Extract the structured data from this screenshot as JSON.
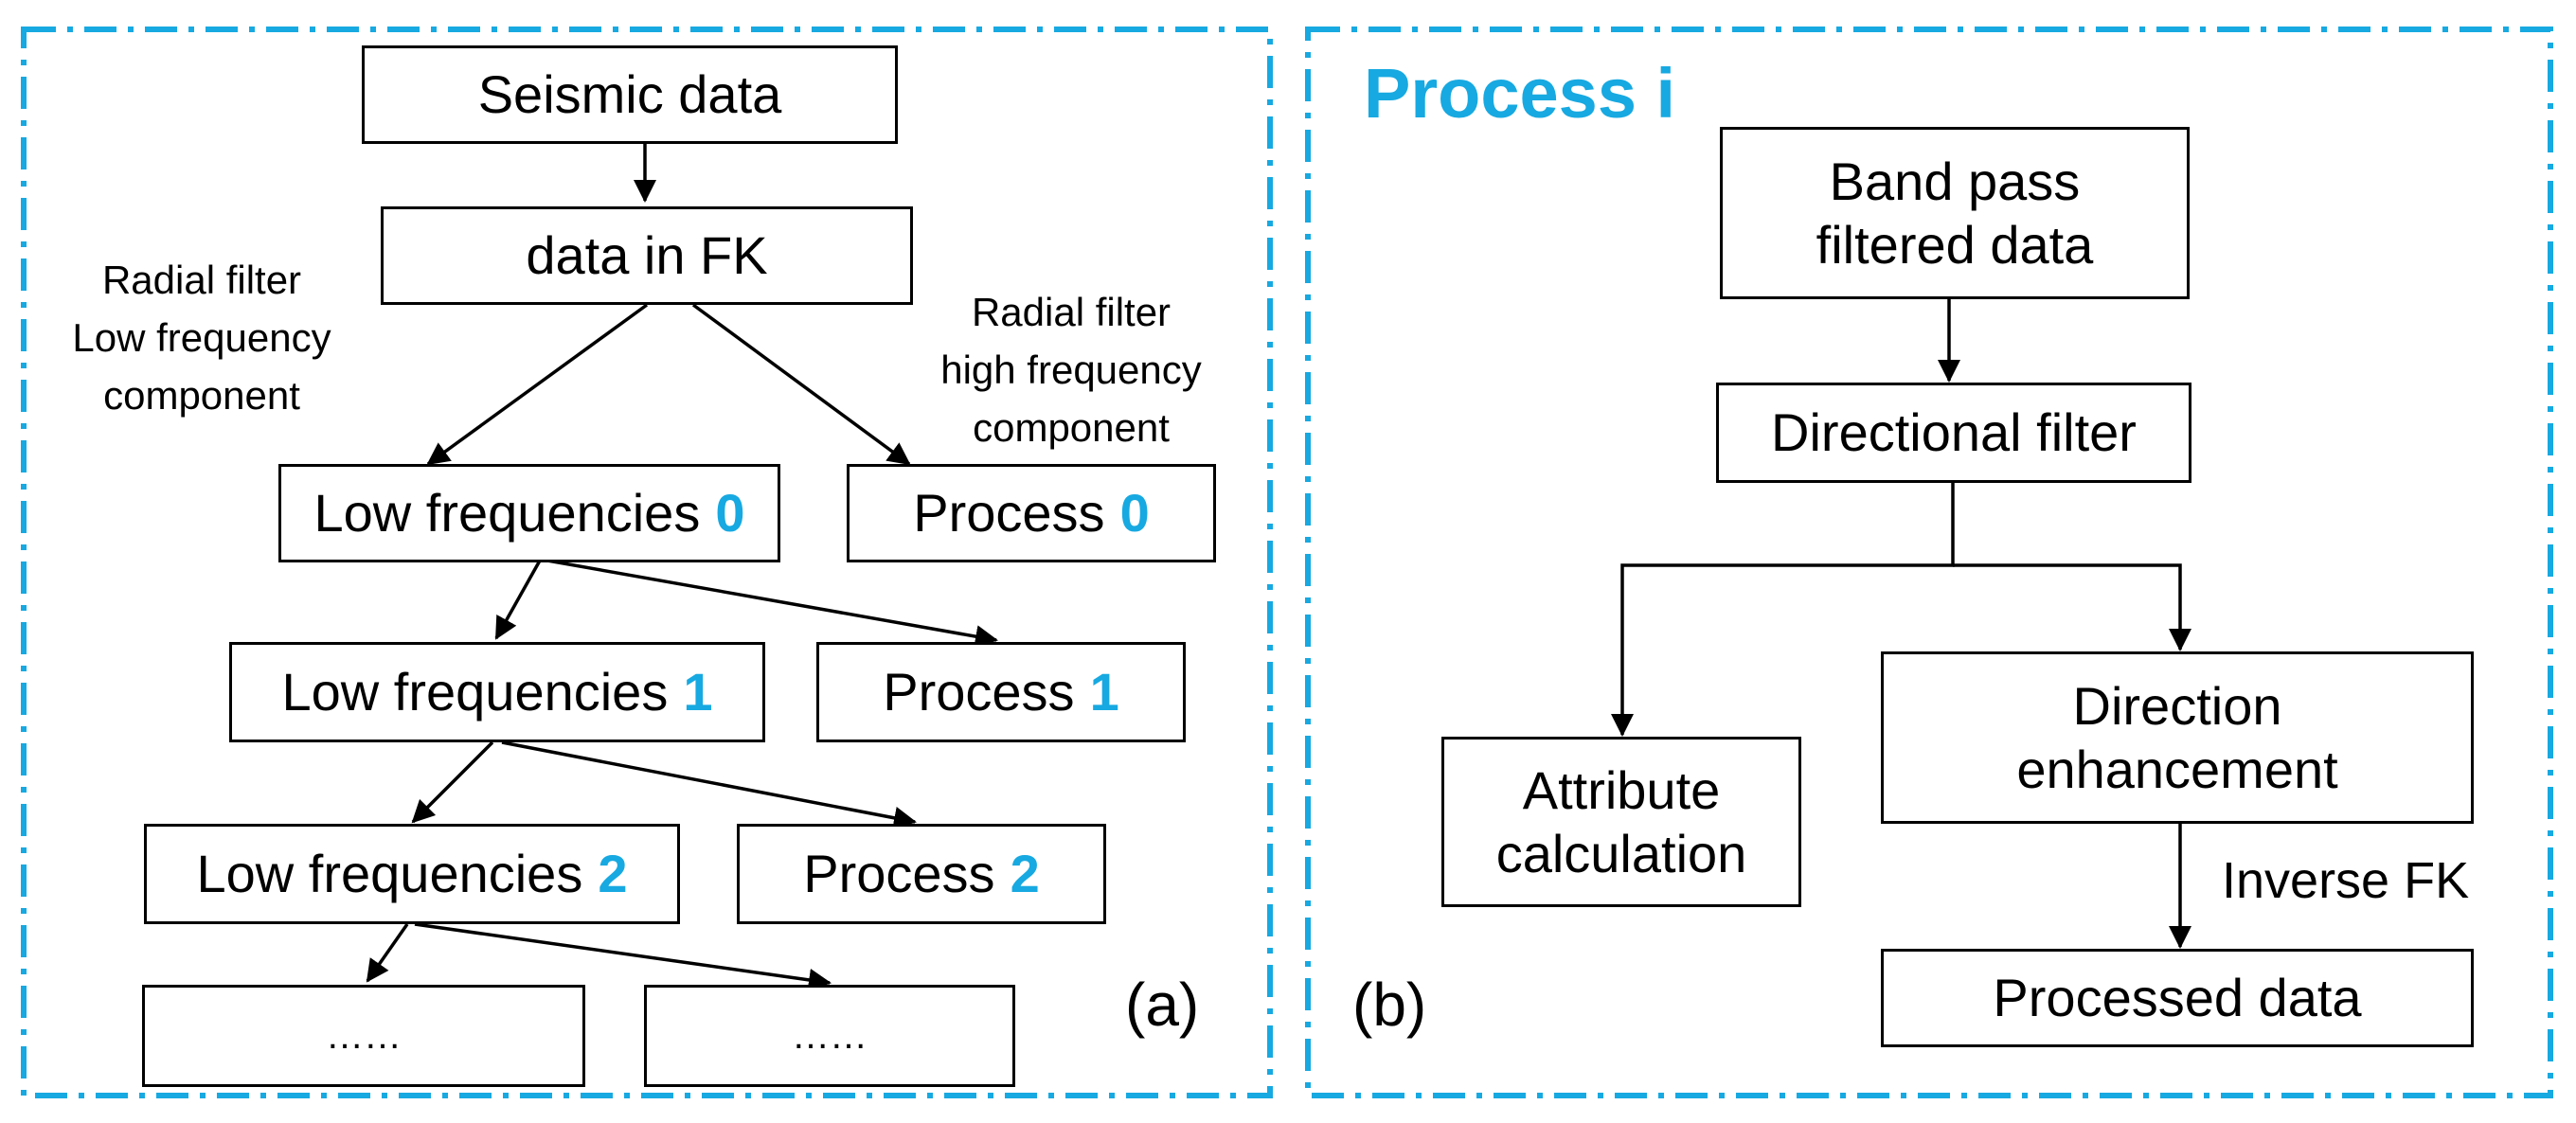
{
  "accent_color": "#17a9e1",
  "panel_a": {
    "boxes": {
      "seismic": "Seismic data",
      "fk": "data in FK",
      "low0_text": "Low frequencies",
      "low0_num": "0",
      "proc0_text": "Process",
      "proc0_num": "0",
      "low1_text": "Low frequencies",
      "low1_num": "1",
      "proc1_text": "Process",
      "proc1_num": "1",
      "low2_text": "Low frequencies",
      "low2_num": "2",
      "proc2_text": "Process",
      "proc2_num": "2",
      "dots_left": "……",
      "dots_right": "……"
    },
    "notes": {
      "left_line1": "Radial filter",
      "left_line2": "Low frequency",
      "left_line3": "component",
      "right_line1": "Radial filter",
      "right_line2": "high frequency",
      "right_line3": "component"
    },
    "panel_label": "(a)"
  },
  "panel_b": {
    "title": "Process i",
    "boxes": {
      "bandpass_line1": "Band pass",
      "bandpass_line2": "filtered data",
      "directional": "Directional filter",
      "attribute_line1": "Attribute",
      "attribute_line2": "calculation",
      "enhance_line1": "Direction",
      "enhance_line2": "enhancement",
      "processed": "Processed data"
    },
    "inverse_fk": "Inverse FK",
    "panel_label": "(b)"
  }
}
